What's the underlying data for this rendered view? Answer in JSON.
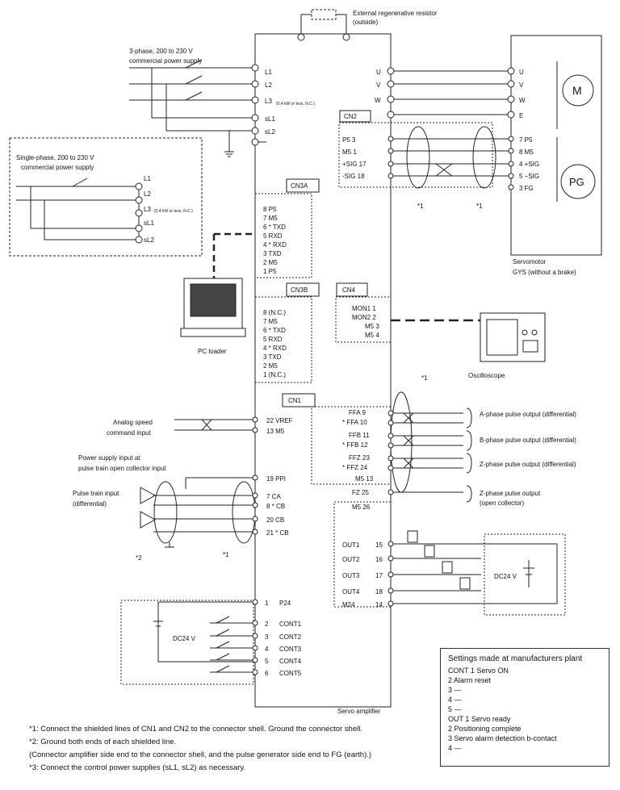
{
  "labels": {
    "ext_resistor": [
      "External regenerative resistor",
      "(outside)"
    ],
    "three_phase": [
      "3-phase, 200 to 230 V",
      "commercial power supply"
    ],
    "single_phase": [
      "Single-phase, 200 to 230 V",
      "commercial power supply"
    ],
    "power_terms": [
      "L1",
      "L2",
      "L3",
      "sL1",
      "sL2"
    ],
    "l3_note": "(0.4 kW or less, N.C.)",
    "motor_terms": [
      "U",
      "V",
      "W"
    ],
    "motor_side_terms": [
      "U",
      "V",
      "W",
      "E"
    ],
    "motor_symbol": "M",
    "pg_symbol": "PG",
    "single_terms": [
      "L1",
      "L2",
      "L3",
      "sL1",
      "sL2"
    ],
    "single_l3_note": "(0.4 kW or less, N.C.)",
    "cn2": "CN2",
    "cn2_pins": [
      "P5 3",
      "M5 1",
      "+SIG 17",
      "-SIG 18"
    ],
    "pg_pins": [
      "7 P5",
      "8 M5",
      "4 +SIG",
      "5 −SIG",
      "3 FG"
    ],
    "star1": "*1",
    "star2": "*2",
    "servomotor": [
      "Servomotor",
      "GYS (without a brake)"
    ],
    "cn3a": "CN3A",
    "cn3a_pins": [
      "8 P5",
      "7 M5",
      "6 * TXD",
      "5 RXD",
      "4 * RXD",
      "3 TXD",
      "2 M5",
      "1 P5"
    ],
    "cn3b": "CN3B",
    "cn3b_pins": [
      "8 (N.C.)",
      "7 M5",
      "6 * TXD",
      "5 RXD",
      "4 * RXD",
      "3 TXD",
      "2 M5",
      "1 (N.C.)"
    ],
    "pc_loader": "PC loader",
    "cn4": "CN4",
    "cn4_pins": [
      "MON1 1",
      "MON2 2",
      "M5 3",
      "M5 4"
    ],
    "oscilloscope": "Oscilloscope",
    "cn1": "CN1",
    "cn1_left": [
      "22 VREF",
      "13 M5",
      "19 PPI",
      "7 CA",
      "8 * CB",
      "20 CB",
      "21 * CB"
    ],
    "cn1_right": [
      "FFA 9",
      "* FFA 10",
      "FFB 11",
      "* FFB 12",
      "FFZ 23",
      "* FFZ 24",
      "M5 13",
      "FZ 25",
      "M5 26"
    ],
    "outputs": [
      "A-phase pulse output (differential)",
      "B-phase pulse output (differential)",
      "Z-phase pulse output (differential)",
      "Z-phase pulse output",
      "(open collector)"
    ],
    "analog": [
      "Analog speed",
      "command input"
    ],
    "pulse_supply": [
      "Power supply input at",
      "pulse train open collector input"
    ],
    "pulse_train": [
      "Pulse train input",
      "(differential)"
    ],
    "out_labels": [
      "OUT1",
      "OUT2",
      "OUT3",
      "OUT4",
      "M24"
    ],
    "out_pins": [
      "15",
      "16",
      "17",
      "18",
      "14"
    ],
    "dc24": "DC24 V",
    "cont_nums": [
      "1",
      "2",
      "3",
      "4",
      "5",
      "6"
    ],
    "cont_labels": [
      "P24",
      "CONT1",
      "CONT2",
      "CONT3",
      "CONT4",
      "CONT5"
    ],
    "servo_amp": "Servo amplifier"
  },
  "settings": {
    "title": "Settings made at manufacturers plant",
    "items": [
      "CONT 1 Servo ON",
      "2 Alarm reset",
      "3 —",
      "4 —",
      "5 —",
      "OUT 1 Servo ready",
      "2 Positioning complete",
      "3 Servo alarm detection b-contact",
      "4 —"
    ]
  },
  "notes": [
    "*1: Connect the shielded lines of CN1 and CN2 to the connector shell. Ground the connector shell.",
    "*2: Ground both ends of each shielded line.",
    " (Connector amplifier side end to the connector shell, and the pulse generator side end to FG (earth).)",
    "*3: Connect the control power supplies (sL1, sL2) as necessary."
  ]
}
